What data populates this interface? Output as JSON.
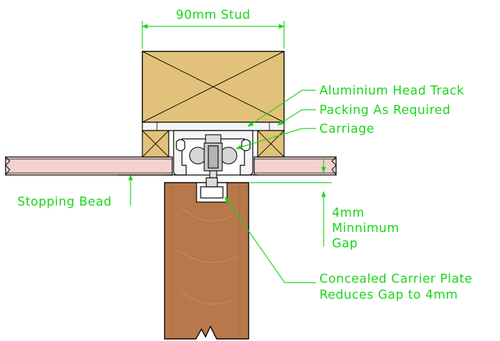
{
  "drawing": {
    "colors": {
      "annotation": "#19d619",
      "stud_timber": "#e2c27a",
      "door_timber": "#b8784c",
      "plasterboard": "#f3d2cf",
      "outline": "#000000",
      "track": "#f4f4f4"
    },
    "labels": {
      "stud_width": "90mm Stud",
      "head_track": "Aluminium Head Track",
      "packing": "Packing As Required",
      "carriage": "Carriage",
      "stopping_bead": "Stopping Bead",
      "gap_line1": "4mm",
      "gap_line2": "Minnimum",
      "gap_line3": "Gap",
      "carrier_line1": "Concealed Carrier Plate",
      "carrier_line2": "Reduces Gap to 4mm"
    }
  }
}
